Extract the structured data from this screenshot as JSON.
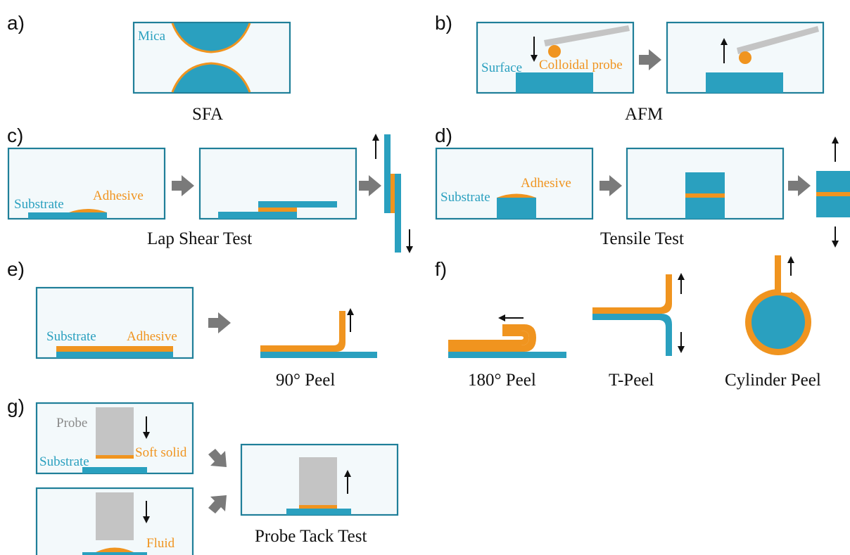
{
  "panels": {
    "a": {
      "letter": "a)",
      "caption": "SFA",
      "labels": {
        "mica": "Mica"
      }
    },
    "b": {
      "letter": "b)",
      "caption": "AFM",
      "labels": {
        "surface": "Surface",
        "probe": "Colloidal probe"
      }
    },
    "c": {
      "letter": "c)",
      "caption": "Lap Shear Test",
      "labels": {
        "substrate": "Substrate",
        "adhesive": "Adhesive"
      }
    },
    "d": {
      "letter": "d)",
      "caption": "Tensile Test",
      "labels": {
        "substrate": "Substrate",
        "adhesive": "Adhesive"
      }
    },
    "e": {
      "letter": "e)",
      "caption": "90° Peel",
      "labels": {
        "substrate": "Substrate",
        "adhesive": "Adhesive"
      }
    },
    "f": {
      "letter": "f)",
      "captions": {
        "peel180": "180° Peel",
        "tpeel": "T-Peel",
        "cylinder": "Cylinder Peel"
      }
    },
    "g": {
      "letter": "g)",
      "caption": "Probe Tack Test",
      "labels": {
        "probe": "Probe",
        "soft_solid": "Soft solid",
        "substrate": "Substrate",
        "fluid": "Fluid"
      }
    }
  },
  "colors": {
    "teal": "#2aa0bf",
    "orange": "#f0941f",
    "gray": "#c4c4c4",
    "arrow_gray": "#7a7a7a",
    "box_fill": "#f3f9fb",
    "box_stroke": "#1f7f99"
  }
}
